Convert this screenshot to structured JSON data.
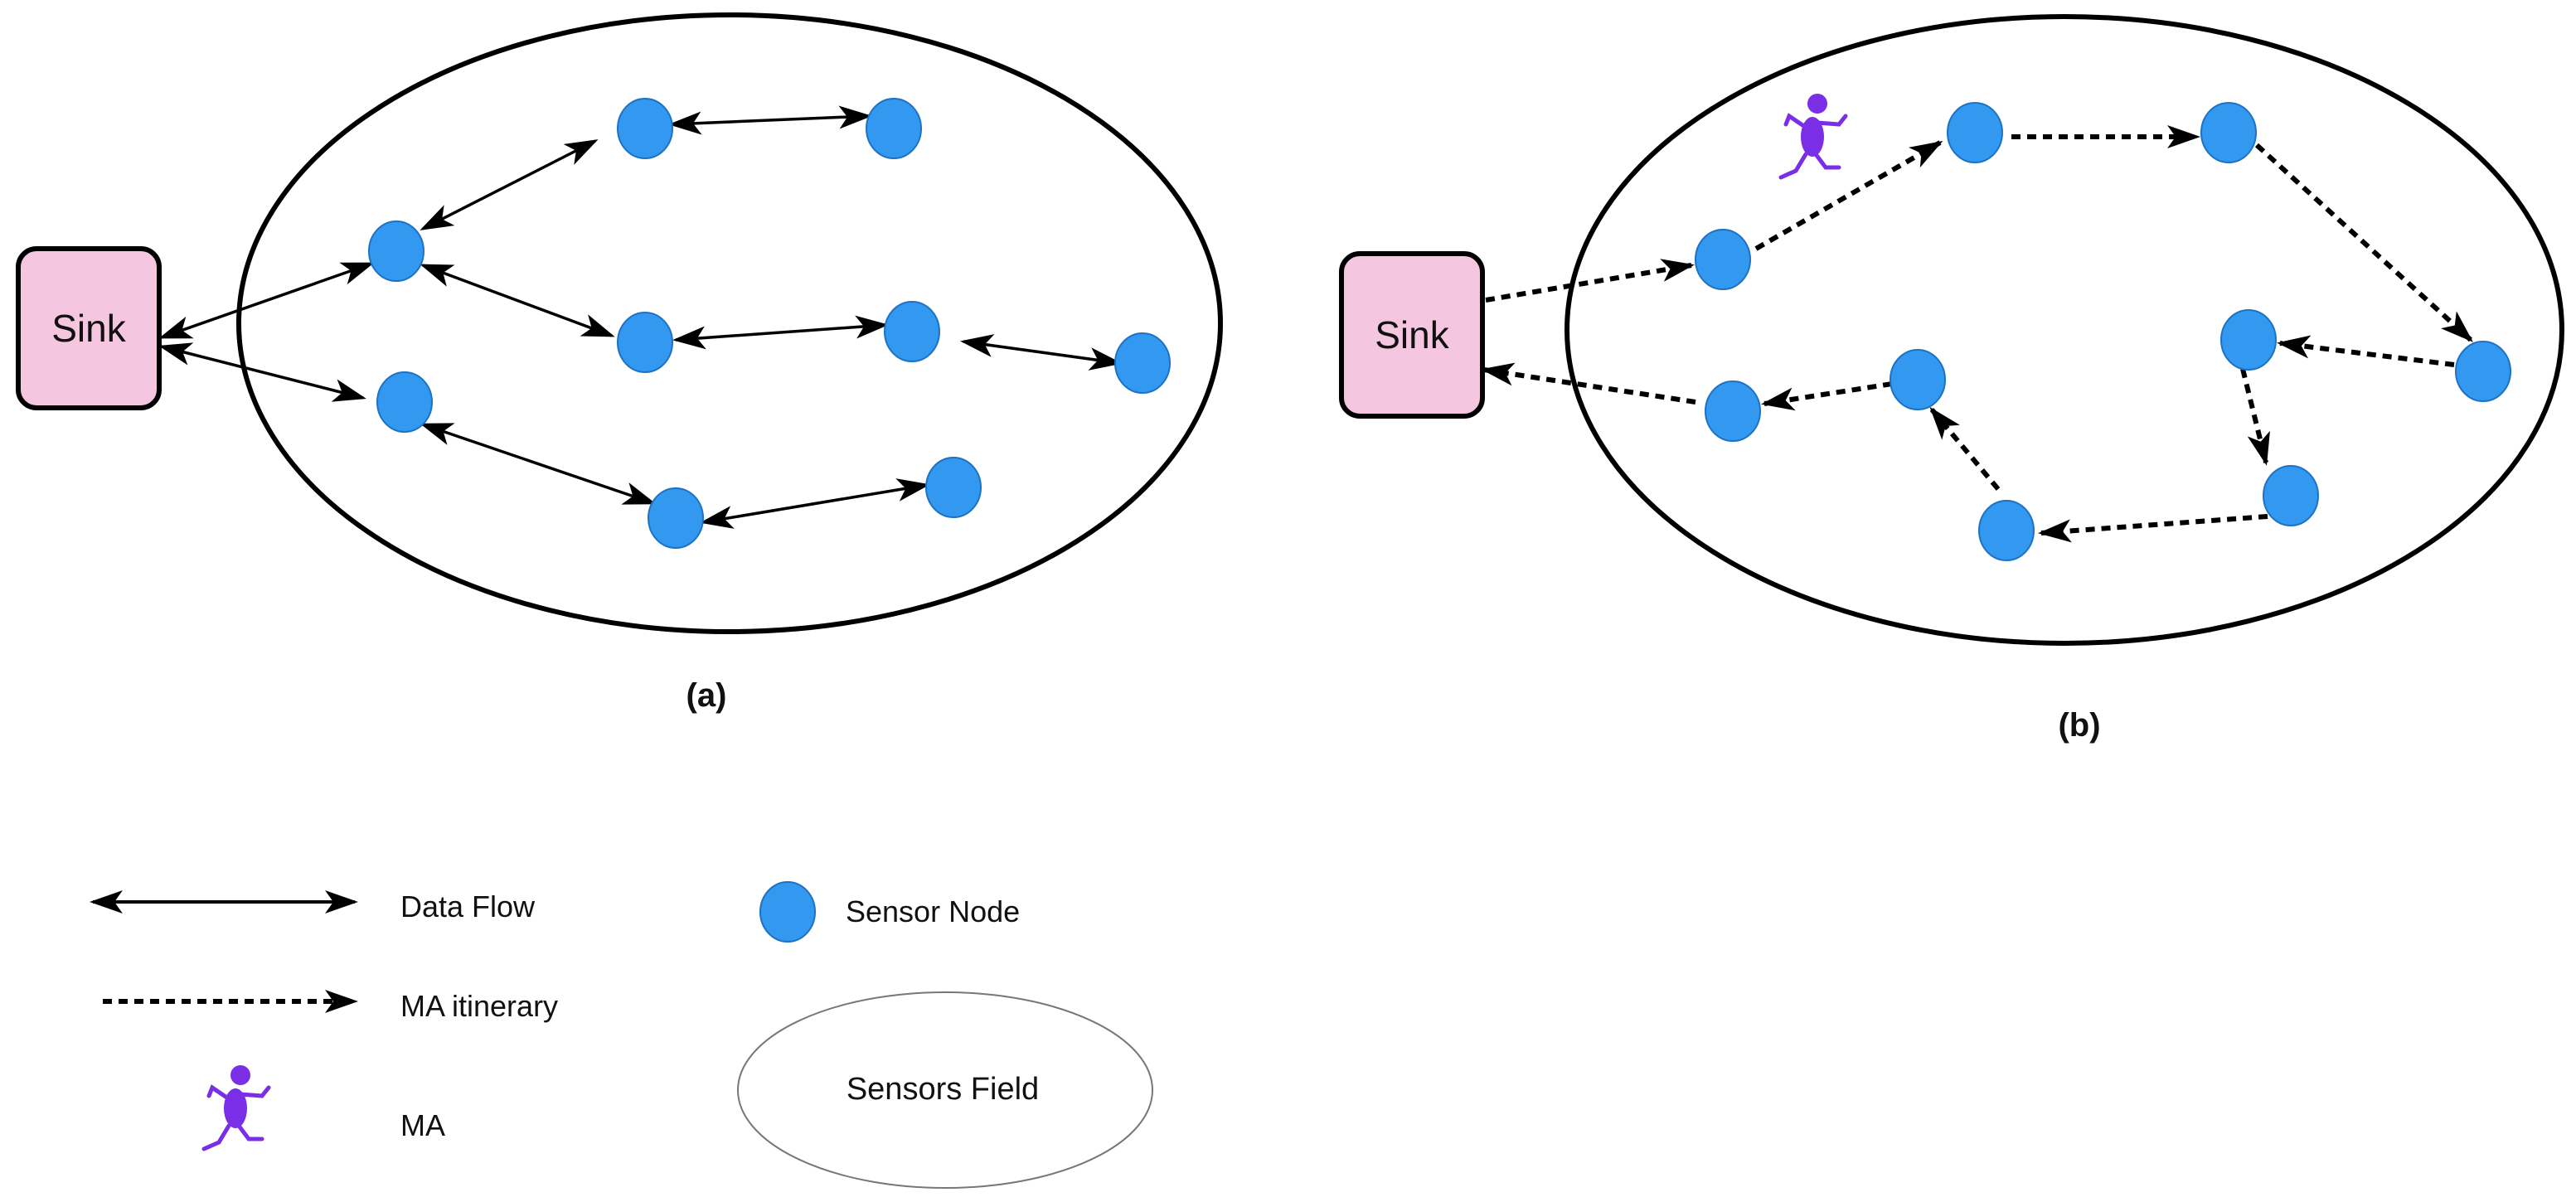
{
  "colors": {
    "sink_fill": "#f5c6e0",
    "node_fill": "#3399f0",
    "node_stroke": "#1d72c4",
    "ma_agent": "#7a2ee6",
    "line": "#000000"
  },
  "panels": {
    "a": {
      "label": "(a)",
      "sink_label": "Sink"
    },
    "b": {
      "label": "(b)",
      "sink_label": "Sink"
    }
  },
  "legend": {
    "data_flow": "Data Flow",
    "ma_itinerary": "MA itinerary",
    "ma": "MA",
    "sensor_node": "Sensor Node",
    "sensors_field": "Sensors Field"
  },
  "icons": {
    "ma_agent": "running-agent-icon",
    "sensor": "sensor-node-circle"
  }
}
